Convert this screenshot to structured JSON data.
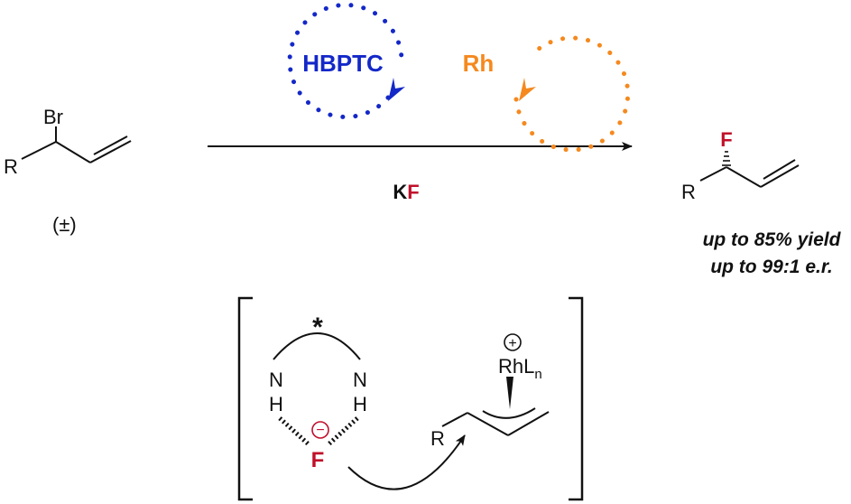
{
  "substrate": {
    "leaving_group": "Br",
    "r_group": "R",
    "racemic": "(±)"
  },
  "catalysts": {
    "hbptc": {
      "label": "HBPTC",
      "color": "#1428c8"
    },
    "rh": {
      "label": "Rh",
      "color": "#f5891e"
    }
  },
  "reagent": {
    "k": "K",
    "f": "F",
    "f_color": "#c0102a"
  },
  "product": {
    "fluorine": "F",
    "r_group": "R",
    "yield": "up to 85% yield",
    "er": "up to 99:1 e.r."
  },
  "intermediate": {
    "star": "*",
    "n1": "N",
    "h1": "H",
    "n2": "N",
    "h2": "H",
    "fluoride": "F",
    "minus": "−",
    "r_group": "R",
    "rh_main": "RhL",
    "rh_sub": "n",
    "plus": "+"
  }
}
